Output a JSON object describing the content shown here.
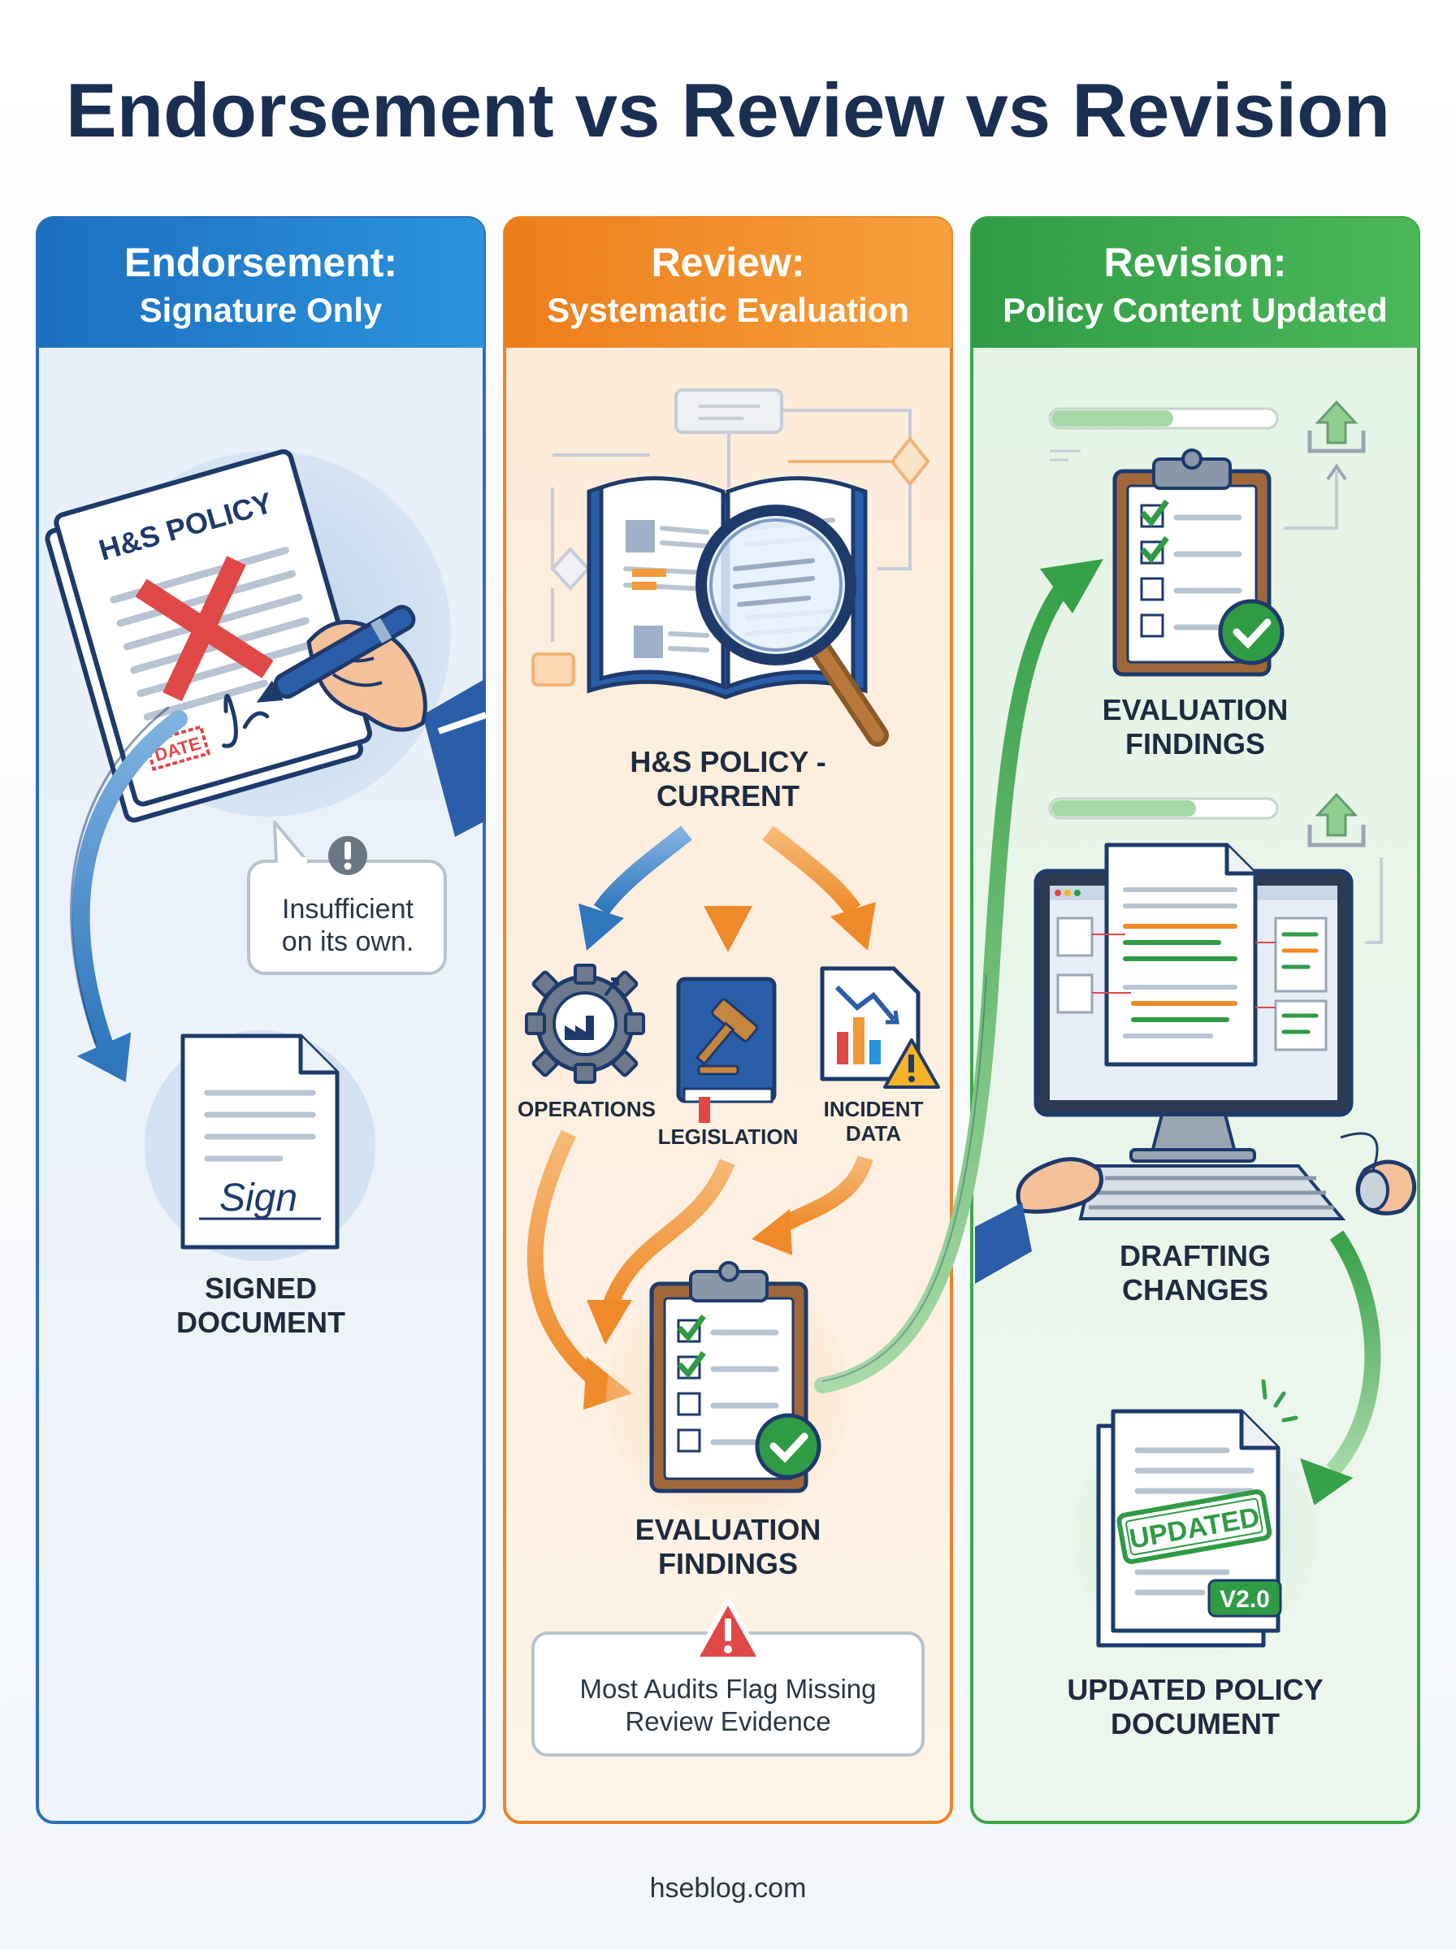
{
  "title": "Endorsement vs Review vs Revision",
  "footer": "hseblog.com",
  "colors": {
    "title": "#1b2f52",
    "blue": "#1f78c8",
    "orange": "#f08a24",
    "green": "#3ba84a",
    "navy": "#1e3a6b",
    "red": "#e04848"
  },
  "columns": {
    "endorsement": {
      "heading": "Endorsement:",
      "subheading": "Signature Only"
    },
    "review": {
      "heading": "Review:",
      "subheading": "Systematic Evaluation"
    },
    "revision": {
      "heading": "Revision:",
      "subheading": "Policy Content Updated"
    }
  },
  "endorsement": {
    "doc_title": "H&S POLICY",
    "date_stamp": "DATE",
    "sign_script": "Sign",
    "callout": [
      "Insufficient",
      "on its own."
    ],
    "result_label": [
      "SIGNED",
      "DOCUMENT"
    ]
  },
  "review": {
    "policy_label": [
      "H&S POLICY -",
      "CURRENT"
    ],
    "inputs": {
      "operations": "OPERATIONS",
      "legislation": "LEGISLATION",
      "incident": [
        "INCIDENT",
        "DATA"
      ]
    },
    "findings_label": [
      "EVALUATION",
      "FINDINGS"
    ],
    "warning": [
      "Most Audits Flag Missing",
      "Review Evidence"
    ]
  },
  "revision": {
    "findings_label": [
      "EVALUATION",
      "FINDINGS"
    ],
    "drafting_label": [
      "DRAFTING",
      "CHANGES"
    ],
    "stamp": "UPDATED",
    "version": "V2.0",
    "result_label": [
      "UPDATED POLICY",
      "DOCUMENT"
    ]
  },
  "icons": [
    "signed-policy-icon",
    "pen-hand-icon",
    "alert-icon",
    "signed-document-icon",
    "magnifier-book-icon",
    "gear-factory-icon",
    "gavel-book-icon",
    "chart-warning-icon",
    "clipboard-check-icon",
    "monitor-editor-icon",
    "upload-icon",
    "updated-document-icon"
  ]
}
